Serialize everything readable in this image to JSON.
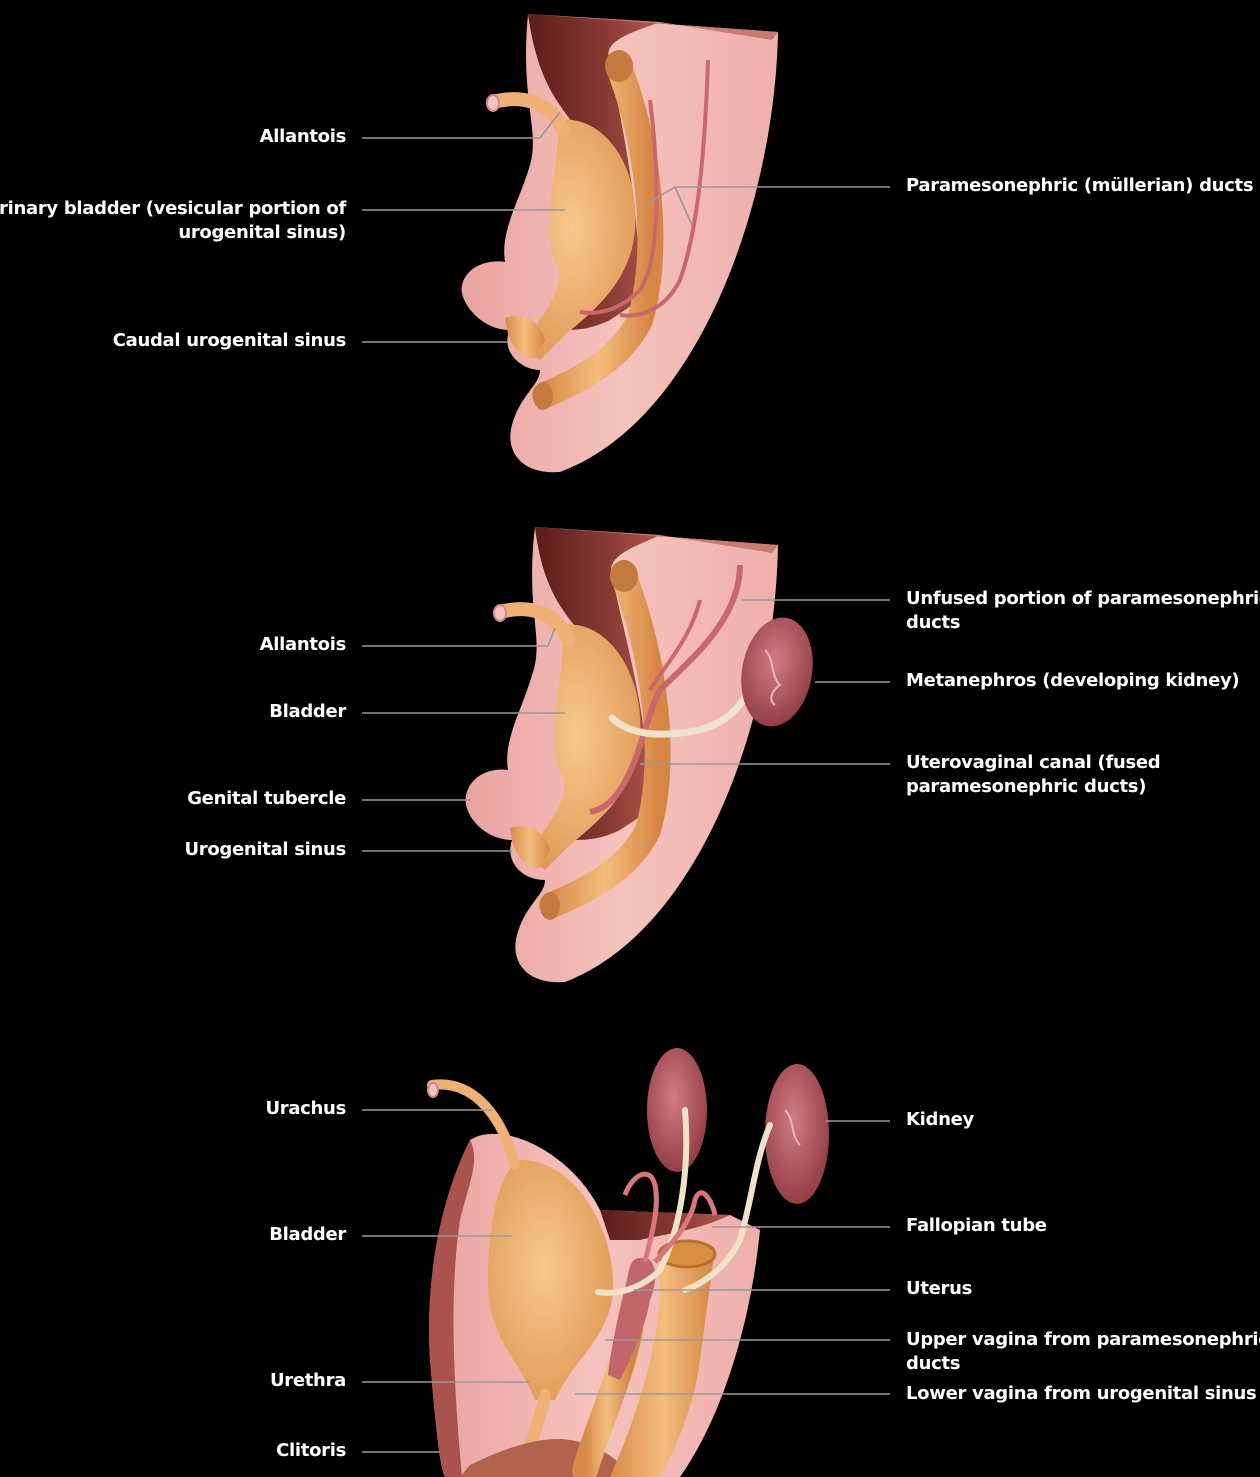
{
  "panel1": {
    "labels_left": [
      "Allantois",
      "Urinary bladder (vesicular portion of",
      "urogenital sinus)",
      "Caudal urogenital sinus"
    ],
    "labels_right": [
      "Paramesonephric (müllerian) ducts"
    ]
  },
  "panel2": {
    "labels_left": [
      "Allantois",
      "Bladder",
      "Genital tubercle",
      "Urogenital sinus"
    ],
    "labels_right": [
      "Unfused portion of paramesonephric",
      "ducts",
      "Metanephros (developing kidney)",
      "Uterovaginal canal (fused",
      "paramesonephric ducts)"
    ]
  },
  "panel3": {
    "labels_left": [
      "Urachus",
      "Bladder",
      "Urethra",
      "Clitoris"
    ],
    "labels_right": [
      "Kidney",
      "Fallopian tube",
      "Uterus",
      "Upper vagina from paramesonephric",
      "ducts",
      "Lower vagina from urogenital sinus"
    ]
  },
  "colors": {
    "background": "#000000",
    "tissue": "#f0b5b0",
    "tissue_shadow": "#8a3a34",
    "duct": "#eeb074",
    "kidney": "#b35b62",
    "label_text": "#ffffff",
    "leader": "#9a9a9a"
  }
}
